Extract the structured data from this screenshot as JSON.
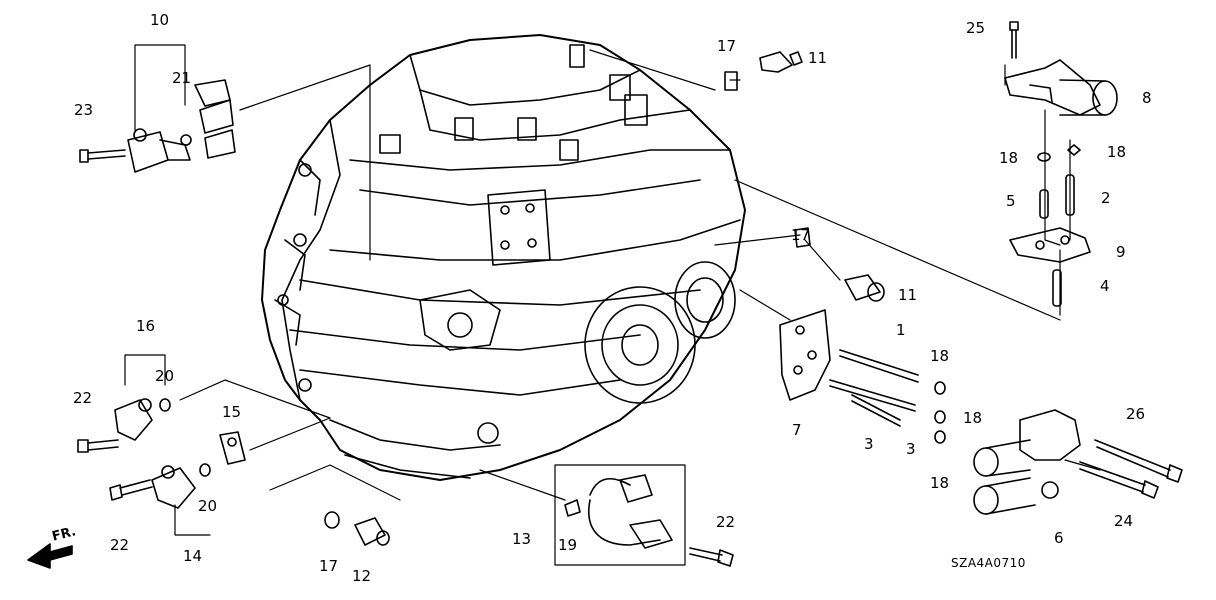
{
  "diagram_code": "SZA4A0710",
  "front_marker": "FR.",
  "callouts": {
    "c1": "1",
    "c2": "2",
    "c3a": "3",
    "c3b": "3",
    "c4": "4",
    "c5": "5",
    "c6": "6",
    "c7": "7",
    "c8": "8",
    "c9": "9",
    "c10": "10",
    "c11a": "11",
    "c11b": "11",
    "c12": "12",
    "c13": "13",
    "c14": "14",
    "c15": "15",
    "c16": "16",
    "c17a": "17",
    "c17b": "17",
    "c17c": "17",
    "c18a": "18",
    "c18b": "18",
    "c18c": "18",
    "c18d": "18",
    "c18e": "18",
    "c19": "19",
    "c20a": "20",
    "c20b": "20",
    "c21": "21",
    "c22a": "22",
    "c22b": "22",
    "c22c": "22",
    "c23": "23",
    "c24": "24",
    "c25": "25",
    "c26": "26"
  }
}
